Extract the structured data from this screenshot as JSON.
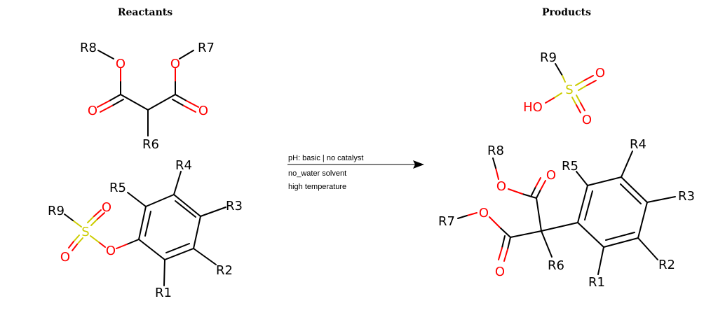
{
  "headers": {
    "reactants": "Reactants",
    "products": "Products"
  },
  "conditions": {
    "line1": "pH: basic | no catalyst",
    "line2": "no_water solvent",
    "line3": "high temperature"
  },
  "colors": {
    "carbon": "#000000",
    "oxygen": "#ff0000",
    "sulfur": "#cccc00"
  },
  "reactant_malonate": {
    "r8": "R8",
    "r7": "R7",
    "r6": "R6",
    "o_ester_left": "O",
    "o_ester_right": "O",
    "o_carbonyl_left": "O",
    "o_carbonyl_right": "O"
  },
  "reactant_aryl_sulfonate": {
    "r9": "R9",
    "s": "S",
    "o_top": "O",
    "o_bottom": "O",
    "o_bridge": "O",
    "r1": "R1",
    "r2": "R2",
    "r3": "R3",
    "r4": "R4",
    "r5": "R5"
  },
  "product_sulfonic_acid": {
    "r9": "R9",
    "s": "S",
    "ho": "HO",
    "o_top": "O",
    "o_bottom": "O"
  },
  "product_arylmalonate": {
    "r8": "R8",
    "r7": "R7",
    "r6": "R6",
    "r5": "R5",
    "r4": "R4",
    "r3": "R3",
    "r2": "R2",
    "r1": "R1",
    "o_ester_top": "O",
    "o_carbonyl_top": "O",
    "o_ester_left": "O",
    "o_carbonyl_bottom": "O"
  }
}
